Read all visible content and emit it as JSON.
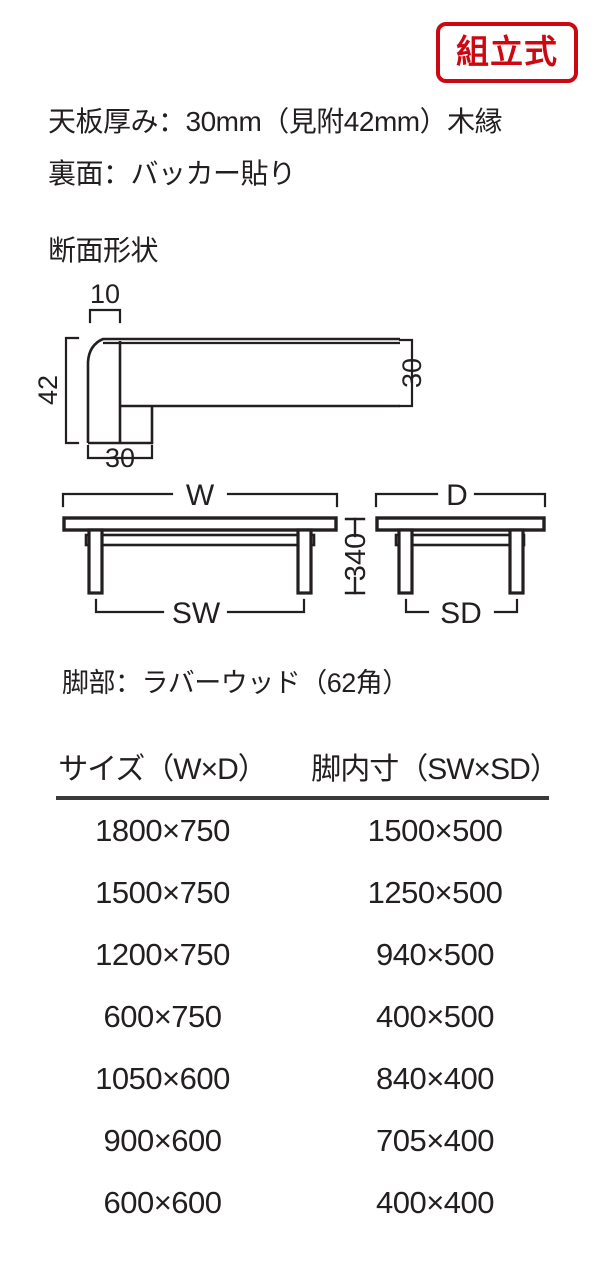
{
  "colors": {
    "accent_red": "#cc0812",
    "ink": "#231f20",
    "rule": "#3a3a3c"
  },
  "badge": {
    "label": "組立式"
  },
  "specs": {
    "top_panel": "天板厚み：30mm（見附42mm）木縁",
    "back_side": "裏面：バッカー貼り",
    "section_title": "断面形状",
    "legs": "脚部：ラバーウッド（62角）"
  },
  "profile_diagram": {
    "name": "cross-section-profile",
    "dimensions": {
      "edge_top_width": "10",
      "edge_height": "42",
      "edge_base_width": "30",
      "panel_thickness": "30"
    }
  },
  "elevation_front": {
    "name": "front-elevation",
    "width_label": "W",
    "inner_width_label": "SW",
    "height_label": "340"
  },
  "elevation_side": {
    "name": "side-elevation",
    "depth_label": "D",
    "inner_depth_label": "SD"
  },
  "size_table": {
    "headers": [
      "サイズ（W×D）",
      "脚内寸（SW×SD）"
    ],
    "rows": [
      {
        "size": "1800×750",
        "inner": "1500×500"
      },
      {
        "size": "1500×750",
        "inner": "1250×500"
      },
      {
        "size": "1200×750",
        "inner": "940×500"
      },
      {
        "size": "600×750",
        "inner": "400×500"
      },
      {
        "size": "1050×600",
        "inner": "840×400"
      },
      {
        "size": "900×600",
        "inner": "705×400"
      },
      {
        "size": "600×600",
        "inner": "400×400"
      }
    ]
  }
}
